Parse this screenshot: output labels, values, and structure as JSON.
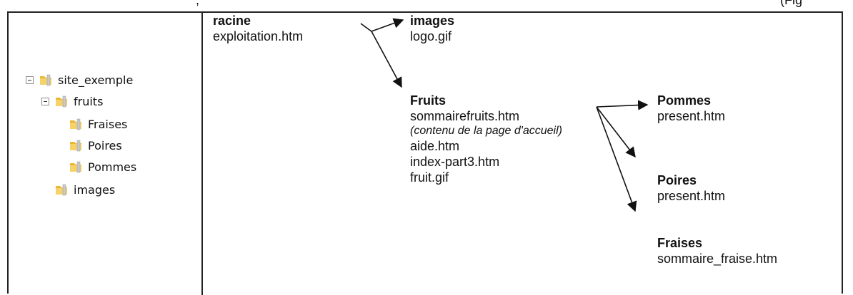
{
  "top_clipped": {
    "left_fragment": ",",
    "right_fragment": "(Fig"
  },
  "tree": {
    "root": "site_exemple",
    "fruits": "fruits",
    "fraises": "Fraises",
    "poires": "Poires",
    "pommes": "Pommes",
    "images": "images"
  },
  "racine": {
    "title": "racine",
    "files": [
      "exploitation.htm"
    ]
  },
  "images_dir": {
    "title": "images",
    "files": [
      "logo.gif"
    ]
  },
  "fruits_dir": {
    "title": "Fruits",
    "file1": "sommairefruits.htm",
    "note": "(contenu de la page d'accueil)",
    "file2": "aide.htm",
    "file3": "index-part3.htm",
    "file4": "fruit.gif"
  },
  "pommes_dir": {
    "title": "Pommes",
    "files": [
      "present.htm"
    ]
  },
  "poires_dir": {
    "title": "Poires",
    "files": [
      "present.htm"
    ]
  },
  "fraises_dir": {
    "title": "Fraises",
    "files": [
      "sommaire_fraise.htm"
    ]
  }
}
